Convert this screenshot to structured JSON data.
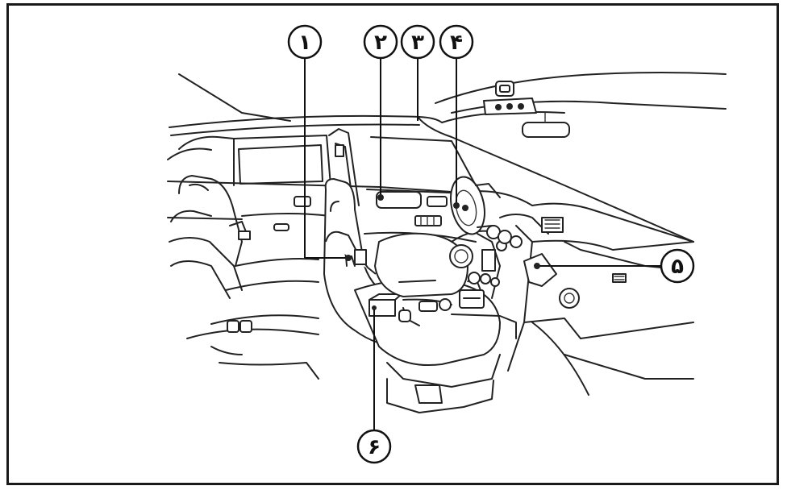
{
  "figure": {
    "callouts": [
      {
        "id": "1",
        "label": "۱"
      },
      {
        "id": "2",
        "label": "۲"
      },
      {
        "id": "3",
        "label": "۳"
      },
      {
        "id": "4",
        "label": "۴"
      },
      {
        "id": "5",
        "label": "۵"
      },
      {
        "id": "6",
        "label": "۶"
      }
    ]
  }
}
